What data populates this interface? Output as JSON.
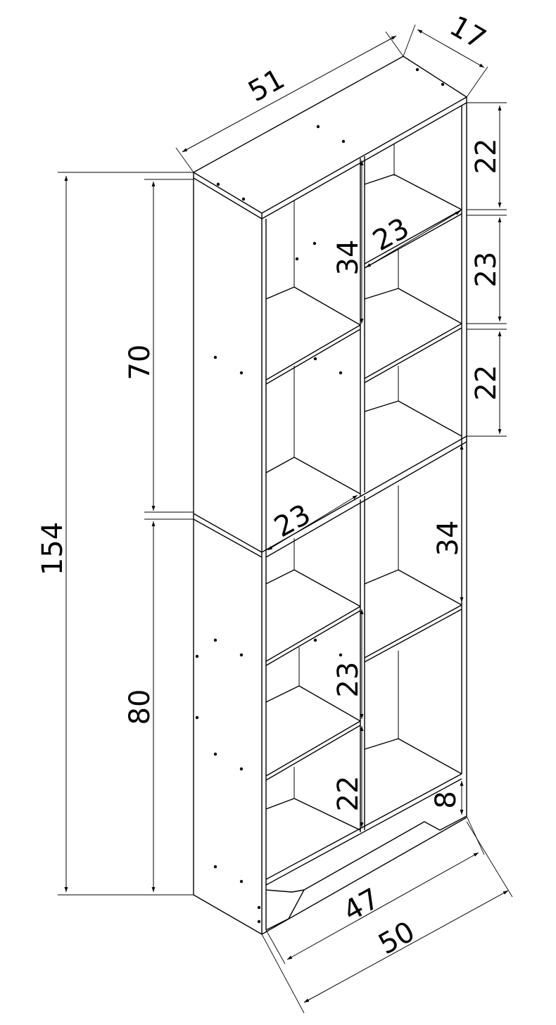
{
  "dimensions": {
    "overall_height": "154",
    "upper_height": "70",
    "lower_height": "80",
    "top_width": "51",
    "depth": "17",
    "right_top": "22",
    "right_middle": "23",
    "right_lower": "22",
    "upper_inner_height": "34",
    "upper_inner_width": "23",
    "middle_width": "23",
    "lower_right_height": "34",
    "lower_middle_height": "23",
    "lower_bottom_height": "22",
    "plinth_height": "8",
    "plinth_width": "47",
    "base_width": "50"
  }
}
